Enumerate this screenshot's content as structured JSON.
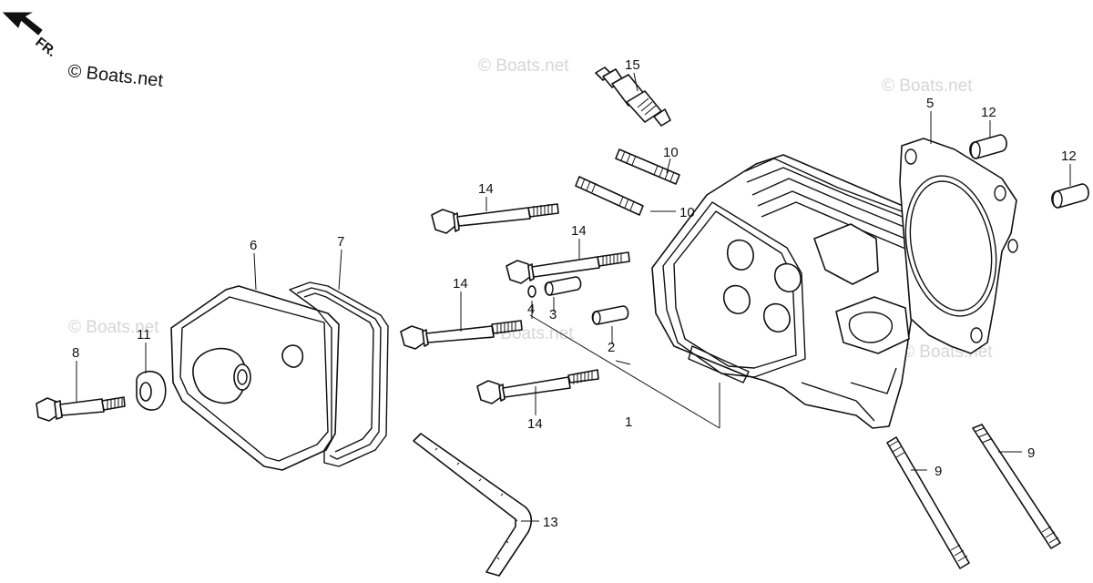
{
  "header": {
    "direction_label": "FR.",
    "copyright": "© Boats.net"
  },
  "watermark": {
    "text": "© Boats.net"
  },
  "callouts": {
    "c1": "1",
    "c2": "2",
    "c3": "3",
    "c4": "4",
    "c5": "5",
    "c6": "6",
    "c7": "7",
    "c8": "8",
    "c9a": "9",
    "c9b": "9",
    "c10a": "10",
    "c10b": "10",
    "c11": "11",
    "c12a": "12",
    "c12b": "12",
    "c13": "13",
    "c14a": "14",
    "c14b": "14",
    "c14c": "14",
    "c14d": "14",
    "c15": "15"
  },
  "colors": {
    "line": "#111111",
    "watermark": "#d6d6d6",
    "background": "#ffffff"
  }
}
